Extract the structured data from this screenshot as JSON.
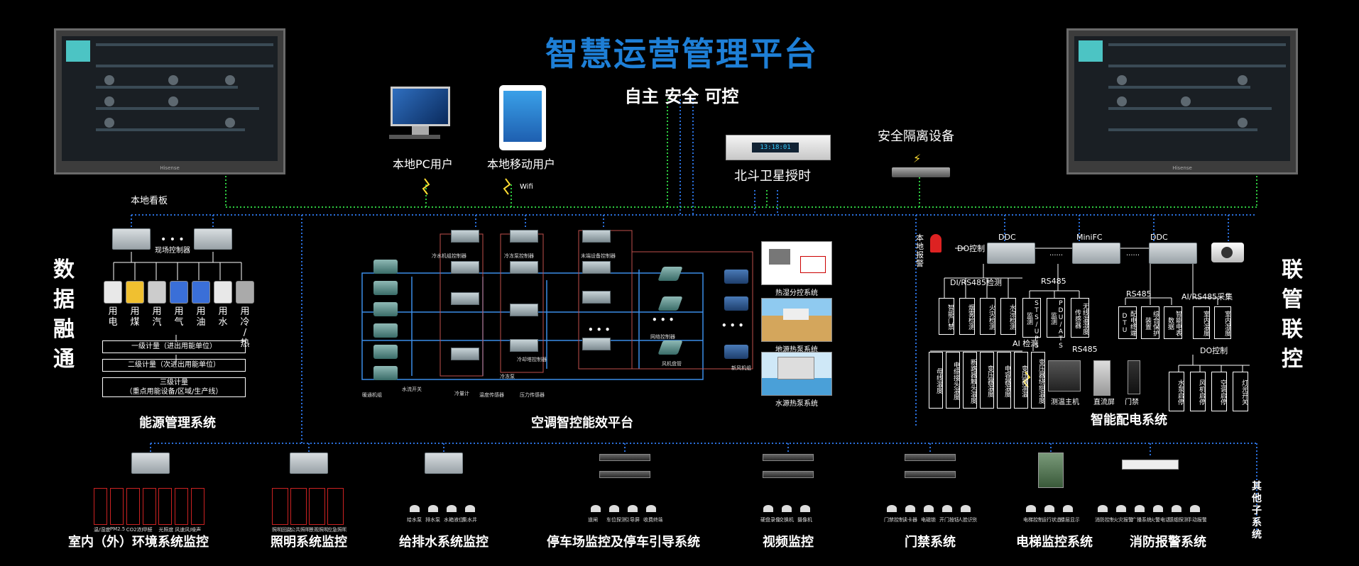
{
  "header": {
    "title": "智慧运营管理平台",
    "subtitle": "自主 安全 可控"
  },
  "top_devices": {
    "pc_user": "本地PC用户",
    "mobile_user": "本地移动用户",
    "wifi": "Wifi",
    "beidou": "北斗卫星授时",
    "isolation": "安全隔离设备",
    "local_board": "本地看板",
    "monitor_brand": "Hisense",
    "beidou_readout": "13:18:01"
  },
  "side_labels": {
    "left": [
      "数",
      "据",
      "融",
      "通"
    ],
    "right": [
      "联",
      "管",
      "联",
      "控"
    ],
    "other": [
      "其",
      "他",
      "子",
      "系",
      "统"
    ]
  },
  "energy": {
    "controller_label": "现场控制器",
    "dots": "• • •",
    "meters": [
      {
        "label": [
          "用",
          "电"
        ],
        "color": "#e8e8e8"
      },
      {
        "label": [
          "用",
          "煤"
        ],
        "color": "#f0c030"
      },
      {
        "label": [
          "用",
          "汽"
        ],
        "color": "#cccccc"
      },
      {
        "label": [
          "用",
          "气"
        ],
        "color": "#3a6fd8"
      },
      {
        "label": [
          "用",
          "油"
        ],
        "color": "#3a6fd8"
      },
      {
        "label": [
          "用",
          "水"
        ],
        "color": "#e8e8e8"
      },
      {
        "label": [
          "用",
          "冷",
          "/",
          "热"
        ],
        "color": "#aaaaaa"
      }
    ],
    "levels": [
      "一级计量（进出用能单位）",
      "二级计量（次进出用能单位）",
      "三级计量",
      "（重点用能设备/区域/生产线）"
    ],
    "title": "能源管理系统"
  },
  "hvac": {
    "title": "空调智控能效平台",
    "dots": "• • •",
    "labels": {
      "chiller_ctrl": "冷水机组控制器",
      "pump_ctrl": "冷冻泵控制器",
      "tower_ctrl": "冷却塔控制器",
      "valve_ctrl": "末端设备控制器",
      "network_ctrl": "网络控制器",
      "fan_coil": "风机盘管",
      "new_air": "新风机组",
      "water_sep": "水流开关",
      "temp_sensor": "温度传感器",
      "press_sensor": "压力传感器",
      "cold_meter": "冷量计",
      "pump": "冷冻泵",
      "tower": "冷却塔",
      "ahu": "暖通机组"
    },
    "subsystems": [
      "热湿分控系统",
      "地源热泵系统",
      "水源热泵系统"
    ]
  },
  "power": {
    "title": "智能配电系统",
    "ddc": "DDC",
    "minifc": "MiniFC",
    "do_ctrl": "DO控制",
    "alarm": [
      "本",
      "地",
      "报",
      "警"
    ],
    "di_rs485": "DI/RS485检测",
    "rs485": "RS485",
    "ai_rs485": "AI/RS485采集",
    "ai_detect": "AI 检测",
    "dots": "......",
    "di_boxes": [
      "智能门禁",
      "烟雾检测",
      "火灾检测",
      "水浸检测"
    ],
    "rs_boxes": [
      "STS/UPS监测",
      "PDU/ATS监测",
      "无线温湿度传感器"
    ],
    "ai_boxes": [
      "配电终端DTU",
      "综合保护装置",
      "智能电表数据"
    ],
    "ai_boxes2": [
      "室内温度",
      "室内湿度"
    ],
    "bottom_boxes": [
      "母线温度",
      "电缆接头温度",
      "断路器触头温度",
      "变压器温度",
      "电容器温度",
      "变压器油温",
      "变压器绕组温度"
    ],
    "do_boxes": [
      "水泵启停",
      "风机启停",
      "空调启停",
      "灯光开关"
    ],
    "devices": [
      "测温主机",
      "直流屏",
      "门禁"
    ]
  },
  "bottom_systems": [
    {
      "title": "室内（外）环境系统监控",
      "sub": [
        "温/湿度",
        "PM2.5",
        "CO2浓度",
        "甲醛",
        "光照度",
        "风速风向",
        "噪声"
      ]
    },
    {
      "title": "照明系统监控",
      "sub": [
        "照明回路",
        "公共照明",
        "景观照明",
        "应急照明"
      ]
    },
    {
      "title": "给排水系统监控",
      "sub": [
        "给水泵",
        "排水泵",
        "水箱液位",
        "集水井"
      ]
    },
    {
      "title": "停车场监控及停车引导系统",
      "sub": [
        "道闸",
        "车位探测器",
        "引导屏",
        "收费终端"
      ]
    },
    {
      "title": "视频监控",
      "sub": [
        "硬盘录像机",
        "交换机",
        "摄像机"
      ]
    },
    {
      "title": "门禁系统",
      "sub": [
        "门禁控制器",
        "读卡器",
        "电磁锁",
        "开门按钮",
        "人脸识别"
      ]
    },
    {
      "title": "电梯监控系统",
      "sub": [
        "电梯控制器",
        "运行状态",
        "楼层显示"
      ]
    },
    {
      "title": "消防报警系统",
      "sub": [
        "消防控制中心",
        "火灾报警控制器",
        "广播系统",
        "火警电话",
        "感烟探测器",
        "手动报警"
      ]
    }
  ]
}
